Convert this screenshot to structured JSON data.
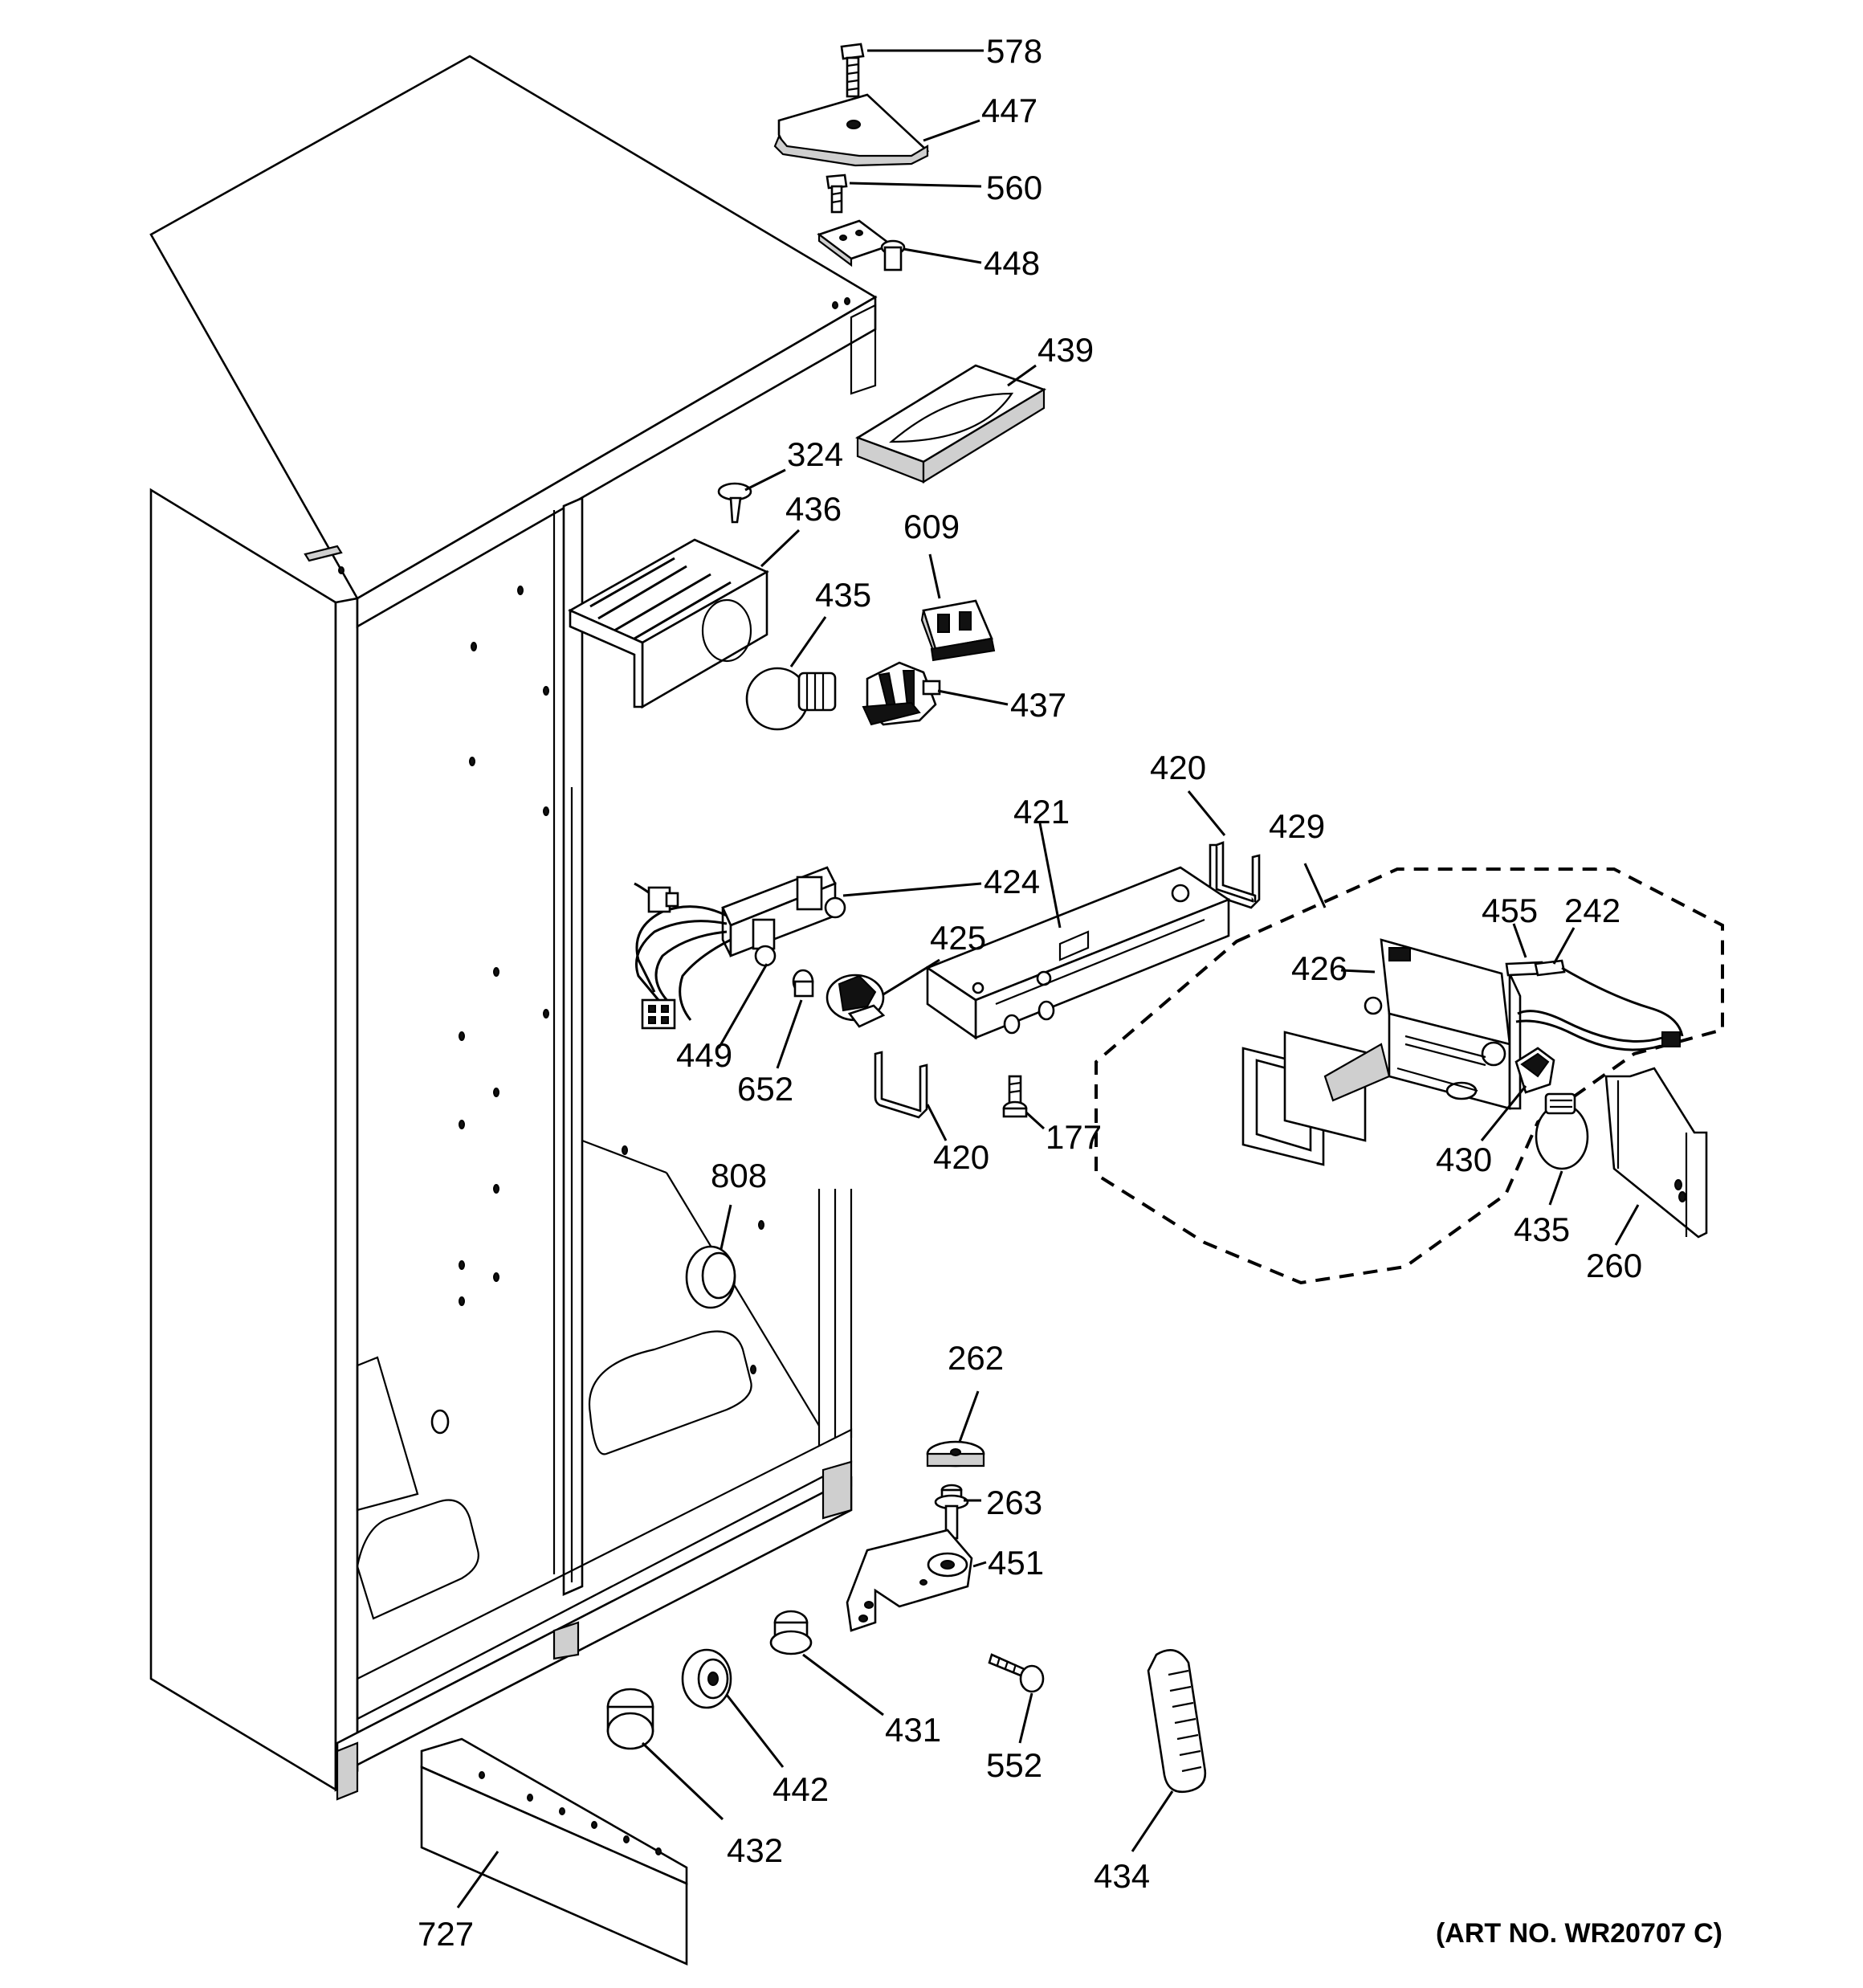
{
  "labels": {
    "p578": "578",
    "p447": "447",
    "p560": "560",
    "p448": "448",
    "p439": "439",
    "p324": "324",
    "p436": "436",
    "p435a": "435",
    "p609": "609",
    "p437": "437",
    "p420a": "420",
    "p421": "421",
    "p429": "429",
    "p424": "424",
    "p425": "425",
    "p455": "455",
    "p242": "242",
    "p426": "426",
    "p449": "449",
    "p652": "652",
    "p420b": "420",
    "p177": "177",
    "p430": "430",
    "p435b": "435",
    "p260": "260",
    "p808": "808",
    "p262": "262",
    "p263": "263",
    "p451": "451",
    "p431": "431",
    "p552": "552",
    "p442": "442",
    "p432": "432",
    "p434": "434",
    "p727": "727"
  },
  "art_number": "(ART NO. WR20707 C)"
}
